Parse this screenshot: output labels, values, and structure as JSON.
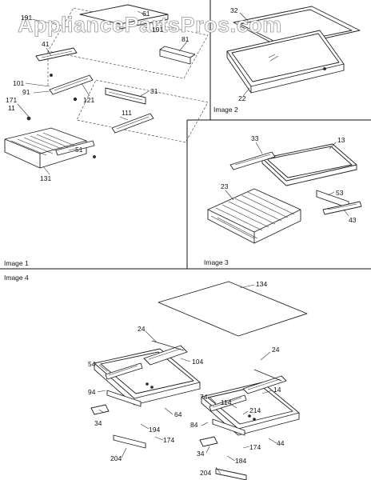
{
  "watermark": "AppliancePartsPros.com",
  "panels": {
    "image1": "Image 1",
    "image2": "Image 2",
    "image3": "Image 3",
    "image4": "Image 4"
  },
  "callouts": {
    "image1": [
      "191",
      "61",
      "191",
      "81",
      "41",
      "101",
      "91",
      "121",
      "31",
      "171",
      "11",
      "111",
      "51",
      "131"
    ],
    "image2": [
      "32",
      "22"
    ],
    "image3": [
      "33",
      "13",
      "23",
      "53",
      "43"
    ],
    "image4": [
      "134",
      "24",
      "54",
      "104",
      "24",
      "94",
      "74",
      "14",
      "114",
      "214",
      "64",
      "34",
      "194",
      "84",
      "174",
      "44",
      "204",
      "34",
      "184",
      "174",
      "204"
    ]
  }
}
